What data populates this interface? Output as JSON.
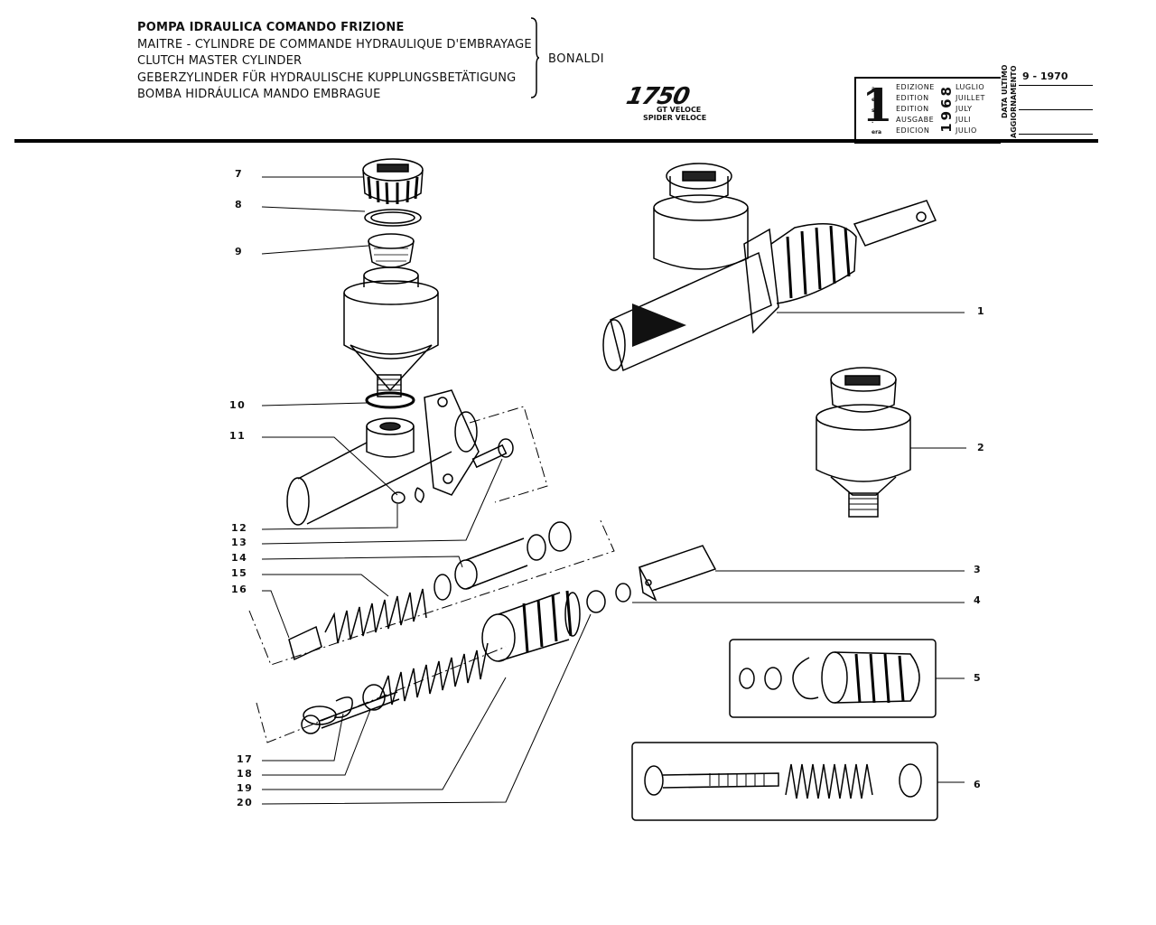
{
  "header": {
    "titles": [
      "POMPA IDRAULICA COMANDO FRIZIONE",
      "MAITRE - CYLINDRE DE COMMANDE HYDRAULIQUE D'EMBRAYAGE",
      "CLUTCH MASTER CYLINDER",
      "GEBERZYLINDER FÜR HYDRAULISCHE KUPPLUNGSBETÄTIGUNG",
      "BOMBA HIDRÁULICA MANDO EMBRAGUE"
    ],
    "manufacturer": "BONALDI",
    "model": "1750",
    "variants": [
      "GT VELOCE",
      "SPIDER VELOCE"
    ]
  },
  "edition_box": {
    "number": "1",
    "suffixes": [
      "a",
      "ere",
      "st",
      ".",
      "era"
    ],
    "labels": [
      "EDIZIONE",
      "EDITION",
      "EDITION",
      "AUSGABE",
      "EDICION"
    ],
    "months": [
      "LUGLIO",
      "JUILLET",
      "JULY",
      "JULI",
      "JULIO"
    ],
    "year": "1968"
  },
  "update": {
    "label_line1": "DATA ULTIMO",
    "label_line2": "AGGIORNAMENTO",
    "date": "9 - 1970"
  },
  "callouts_left": [
    "7",
    "8",
    "9",
    "10",
    "11",
    "12",
    "13",
    "14",
    "15",
    "16",
    "17",
    "18",
    "19",
    "20"
  ],
  "callouts_right": [
    "1",
    "2",
    "3",
    "4",
    "5",
    "6"
  ]
}
